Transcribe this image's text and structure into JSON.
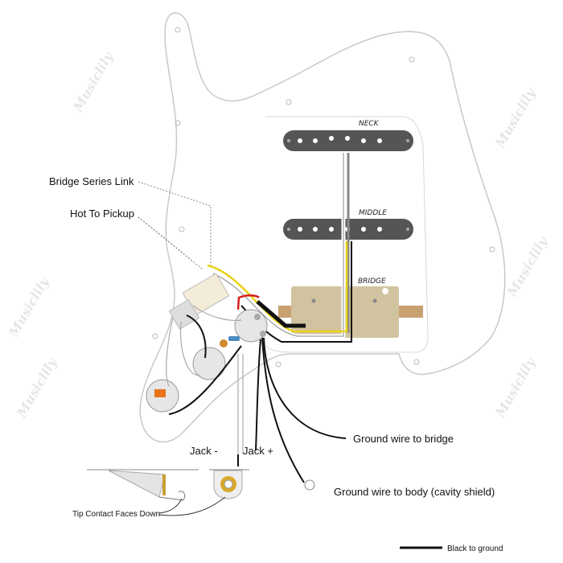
{
  "watermark": "Musiclily",
  "pickups": {
    "neck": "NECK",
    "middle": "MIDDLE",
    "bridge": "BRIDGE"
  },
  "labels": {
    "bridge_series_link": "Bridge Series Link",
    "hot_to_pickup": "Hot To Pickup",
    "ground_to_bridge": "Ground wire to bridge",
    "ground_to_body": "Ground wire to body (cavity shield)",
    "jack_minus": "Jack -",
    "jack_plus": "Jack +",
    "tip_contact": "Tip Contact Faces Down"
  },
  "legend": {
    "black_to_ground": "Black to ground"
  },
  "colors": {
    "pickguard": "#ffffff",
    "pickup": "#555555",
    "humbucker": "#d2c3a0",
    "wire_yellow": "#e8d21a",
    "wire_red": "#d4201a",
    "wire_black": "#111111",
    "pot_lug": "#c8955a",
    "cap_orange": "#e8731a"
  }
}
